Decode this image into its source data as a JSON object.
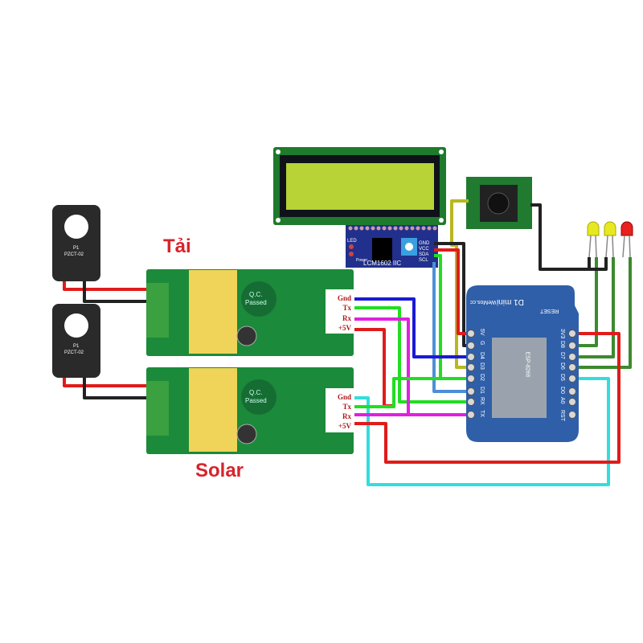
{
  "labels": {
    "load": "Tải",
    "solar": "Solar"
  },
  "pzem_pins": [
    "Gnd",
    "Tx",
    "Rx",
    "+5V"
  ],
  "pzem_board": {
    "qc_line1": "Q.C.",
    "qc_line2": "Passed"
  },
  "ct_sensor": {
    "name": "P1",
    "model": "PZCT-02"
  },
  "lcd_backpack": {
    "title": "LCM1602 IIC",
    "pins": [
      "GND",
      "VCC",
      "SDA",
      "SCL"
    ],
    "led": "LED",
    "power": "Power"
  },
  "d1mini": {
    "title": "D1 mini",
    "brand": "WeMos.cc",
    "reset": "RESET",
    "module": "ESP-8266",
    "left_pins": [
      "5V",
      "G",
      "D4",
      "D3",
      "D2",
      "D1",
      "RX",
      "TX"
    ],
    "right_pins": [
      "3V3",
      "D8",
      "D7",
      "D6",
      "D5",
      "D0",
      "A0",
      "RST"
    ]
  },
  "colors": {
    "wire_red": "#e01b1b",
    "wire_black": "#222222",
    "wire_blue": "#1a1ad6",
    "wire_green": "#22dd22",
    "wire_magenta": "#e020e0",
    "wire_cyan": "#33dddd",
    "wire_olive": "#b8b820",
    "wire_darkgreen": "#3c8a2e",
    "wire_lightblue": "#4d8fd6"
  }
}
